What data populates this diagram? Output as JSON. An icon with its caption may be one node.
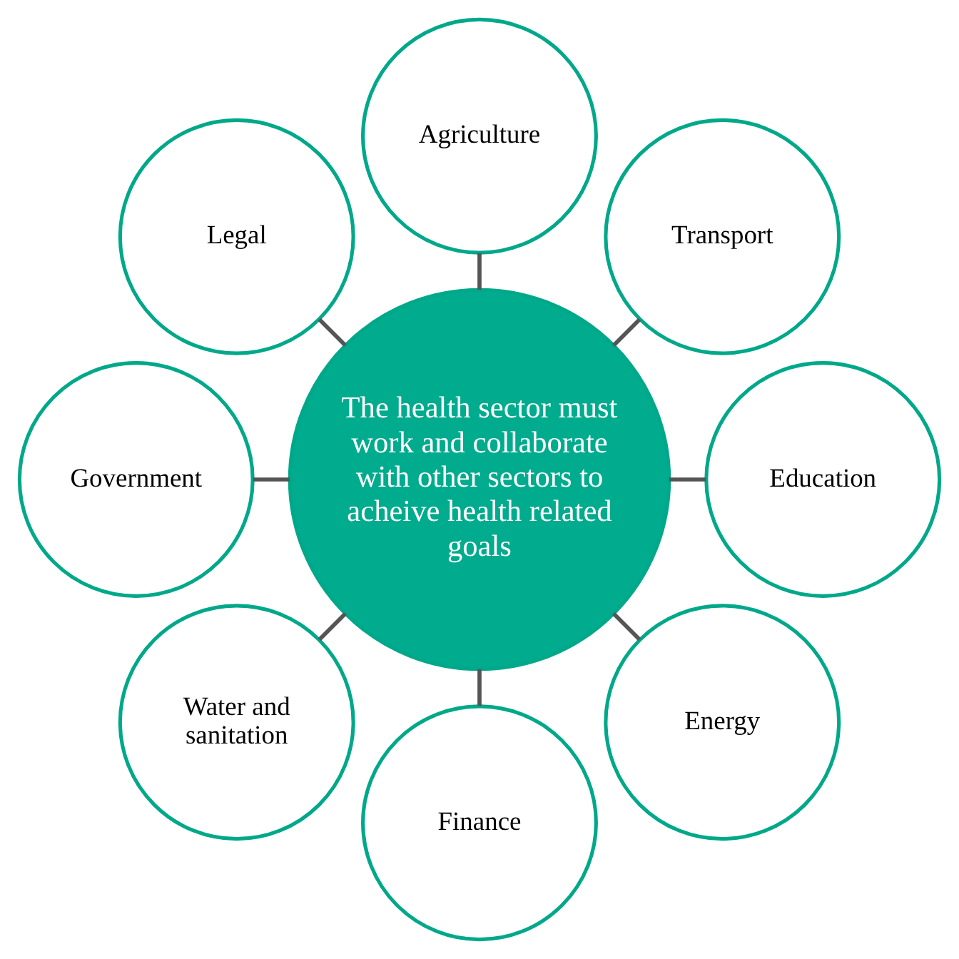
{
  "diagram": {
    "nodes": [
      {
        "text": [
          "The health sector must work and collaborate with other sectors to acheive health related goals"
        ]
      },
      {
        "text": [
          "Education"
        ]
      },
      {
        "text": [
          "Transport"
        ]
      },
      {
        "text": [
          "Agriculture"
        ]
      },
      {
        "text": [
          "Legal"
        ]
      },
      {
        "text": [
          "Government"
        ]
      },
      {
        "text": [
          "Water and sanitation"
        ]
      },
      {
        "text": [
          "Finance"
        ]
      },
      {
        "text": [
          "Energy"
        ]
      }
    ],
    "edges": [
      {
        "from": 0,
        "to": 1,
        "arrow": "none"
      },
      {
        "from": 0,
        "to": 2,
        "arrow": "none"
      },
      {
        "from": 0,
        "to": 3,
        "arrow": "none"
      },
      {
        "from": 0,
        "to": 4,
        "arrow": "none"
      },
      {
        "from": 0,
        "to": 5,
        "arrow": "none"
      },
      {
        "from": 0,
        "to": 6,
        "arrow": "none"
      },
      {
        "from": 0,
        "to": 7,
        "arrow": "none"
      },
      {
        "from": 0,
        "to": 8,
        "arrow": "none"
      }
    ]
  }
}
